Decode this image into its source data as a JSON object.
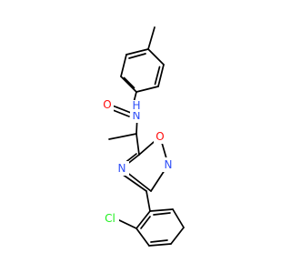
{
  "molecule": {
    "atoms": [
      {
        "label": "O",
        "color": "#ff0d0d"
      },
      {
        "label": "N",
        "color": "#3050f8"
      },
      {
        "label": "H",
        "color": "#3050f8"
      },
      {
        "label": "O",
        "color": "#ff0d0d"
      },
      {
        "label": "N",
        "color": "#3050f8"
      },
      {
        "label": "N",
        "color": "#3050f8"
      },
      {
        "label": "Cl",
        "color": "#1ff01f"
      }
    ]
  }
}
